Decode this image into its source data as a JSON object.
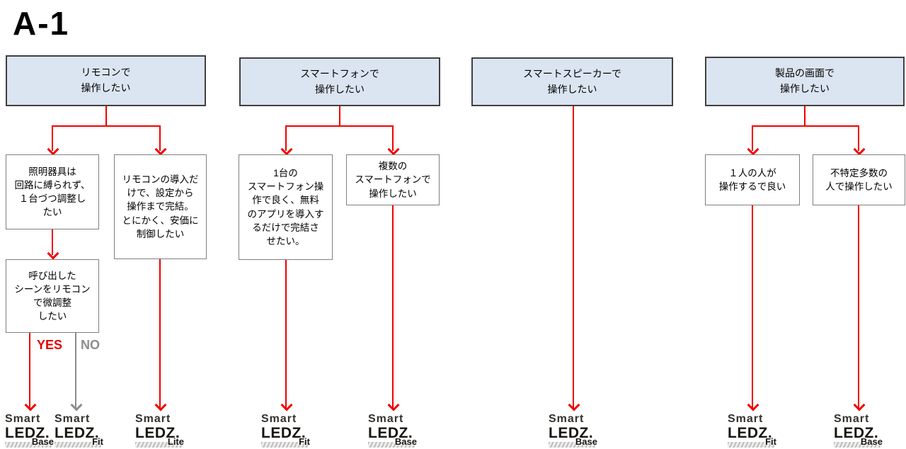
{
  "title": "A-1",
  "colors": {
    "connector_red": "#f20000",
    "connector_gray": "#8c8c8c",
    "header_fill": "#dbe4f1",
    "header_border": "#404040",
    "box_border": "#7f7f7f",
    "yes_color": "#e60000",
    "no_color": "#8c8c8c"
  },
  "columns": [
    {
      "header": "リモコンで\n操作したい",
      "boxes": [
        {
          "text": "照明器具は\n回路に縛られず、\n１台づつ調整し\nたい"
        },
        {
          "text": "リモコンの導入だ\nけで、設定から\n操作まで完結。\nとにかく、安価に\n制御したい"
        },
        {
          "text": "呼び出した\nシーンをリモコン\nで微調整\nしたい"
        }
      ]
    },
    {
      "header": "スマートフォンで\n操作したい",
      "boxes": [
        {
          "text": "1台の\nスマートフォン操\n作で良く、無料\nのアプリを導入す\nるだけで完結さ\nせたい。"
        },
        {
          "text": "複数の\nスマートフォンで\n操作したい"
        }
      ]
    },
    {
      "header": "スマートスピーカーで\n操作したい",
      "boxes": []
    },
    {
      "header": "製品の画面で\n操作したい",
      "boxes": [
        {
          "text": "１人の人が\n操作するで良い"
        },
        {
          "text": "不特定多数の\n人で操作したい"
        }
      ]
    }
  ],
  "branch_labels": {
    "yes": "YES",
    "no": "NO"
  },
  "logo": {
    "line1": "Smart",
    "line2": "LEDZ."
  },
  "outcomes": [
    {
      "variant": "Base"
    },
    {
      "variant": "Fit"
    },
    {
      "variant": "Lite"
    },
    {
      "variant": "Fit"
    },
    {
      "variant": "Base"
    },
    {
      "variant": "Base"
    },
    {
      "variant": "Fit"
    },
    {
      "variant": "Base"
    }
  ]
}
